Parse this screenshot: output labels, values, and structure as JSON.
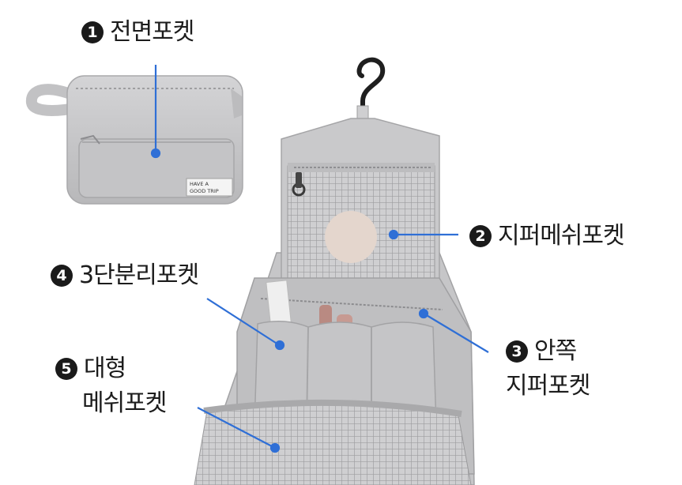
{
  "callouts": [
    {
      "number": "1",
      "text": "전면포켓"
    },
    {
      "number": "2",
      "text": "지퍼메쉬포켓"
    },
    {
      "number": "3",
      "text_line1": "안쪽",
      "text_line2": "지퍼포켓"
    },
    {
      "number": "4",
      "text": "3단분리포켓"
    },
    {
      "number": "5",
      "text_line1": "대형",
      "text_line2": "메쉬포켓"
    }
  ],
  "product_tag": {
    "line1": "HAVE A",
    "line2": "GOOD TRIP"
  },
  "colors": {
    "bag": "#c9c9cb",
    "pointer_line": "#2f6fd6",
    "label_text": "#1c1c1c"
  }
}
